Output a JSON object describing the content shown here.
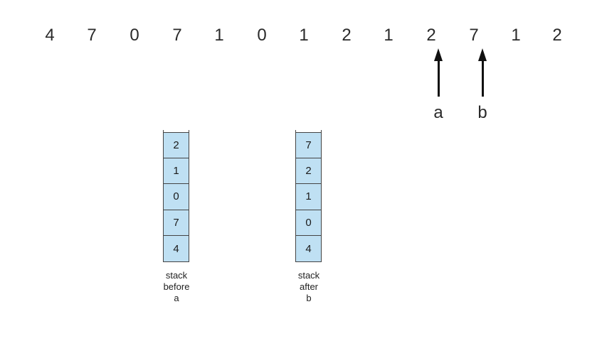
{
  "reference_string": [
    "4",
    "7",
    "0",
    "7",
    "1",
    "0",
    "1",
    "2",
    "1",
    "2",
    "7",
    "1",
    "2"
  ],
  "pointers": [
    {
      "label": "a"
    },
    {
      "label": "b"
    }
  ],
  "stacks": [
    {
      "values": [
        "2",
        "1",
        "0",
        "7",
        "4"
      ],
      "caption": [
        "stack",
        "before",
        "a"
      ]
    },
    {
      "values": [
        "7",
        "2",
        "1",
        "0",
        "4"
      ],
      "caption": [
        "stack",
        "after",
        "b"
      ]
    }
  ]
}
